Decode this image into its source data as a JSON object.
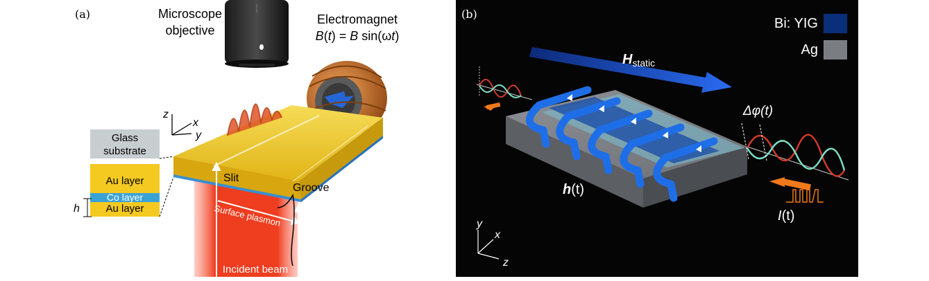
{
  "panel_a": {
    "label": "(a)",
    "microscope": {
      "line1": "Microscope",
      "line2": "objective"
    },
    "electromagnet": {
      "title": "Electromagnet",
      "eq_b": "B",
      "eq_open": "(",
      "eq_t": "t",
      "eq_close": ") = ",
      "eq_b2": "B",
      "eq_sin": " sin(ω",
      "eq_t2": "t",
      "eq_end": ")"
    },
    "axes": {
      "z": "z",
      "x": "x",
      "y": "y"
    },
    "layers": {
      "glass_line1": "Glass",
      "glass_line2": "substrate",
      "au_top": "Au layer",
      "co": "Co layer",
      "au_bottom": "Au layer",
      "h": "h"
    },
    "slit": "Slit",
    "groove": "Groove",
    "surface_plasmon": "Surface plasmon",
    "incident_beam": "Incident beam",
    "colors": {
      "gold": "#e8c21c",
      "glass": "#c8cdd0",
      "co": "#3aa3d6",
      "beam": "#e83a1e",
      "coil": "#c76b1d"
    }
  },
  "panel_b": {
    "label": "(b)",
    "legend": [
      {
        "name": "Bi: YIG",
        "color": "#0a2f7a"
      },
      {
        "name": "Ag",
        "color": "#7a7d82"
      }
    ],
    "h_static": "H",
    "h_static_sub": "static",
    "h_t": "h",
    "h_t_arg": "(t)",
    "delta_phi": "Δφ(t)",
    "i_t": "I",
    "i_t_arg": "(t)",
    "axes": {
      "y": "y",
      "x": "x",
      "z": "z"
    },
    "colors": {
      "arrow": "#1f5be0",
      "band": "#1e6ee8",
      "orange": "#f07a1a"
    }
  }
}
